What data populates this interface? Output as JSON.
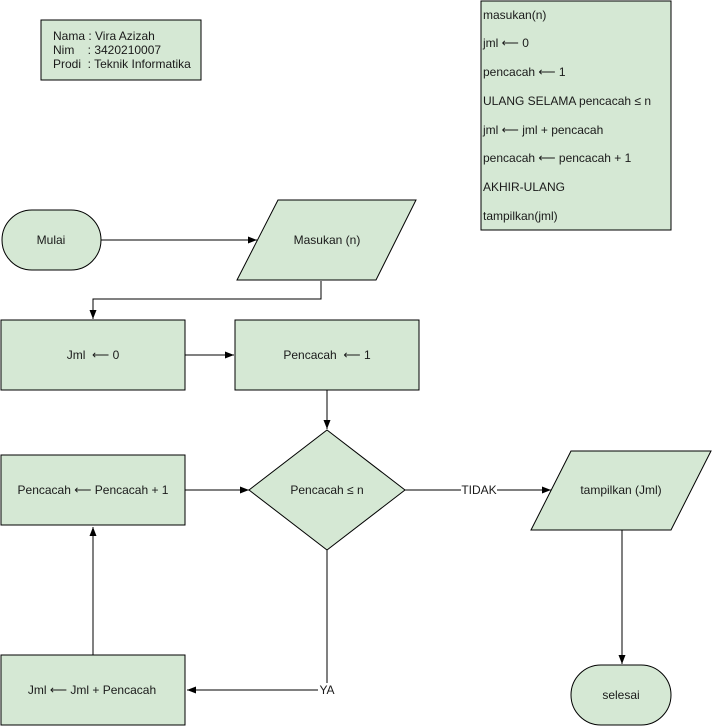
{
  "colors": {
    "node_fill": "#d5e8d4",
    "stroke": "#000000",
    "text": "#1a1a1a",
    "background": "#ffffff"
  },
  "info_box": {
    "lines": [
      "Nama : Vira Azizah",
      "Nim    : 3420210007",
      "Prodi  : Teknik Informatika"
    ]
  },
  "pseudocode": {
    "lines": [
      "masukan(n)",
      "jml ⟵ 0",
      "pencacah ⟵ 1",
      "ULANG SELAMA pencacah ≤ n",
      "jml ⟵ jml + pencacah",
      "pencacah ⟵ pencacah + 1",
      "AKHIR-ULANG",
      "tampilkan(jml)"
    ]
  },
  "nodes": {
    "start": "Mulai",
    "input": "Masukan (n)",
    "init_jml": "Jml  ⟵ 0",
    "init_pencacah": "Pencacah  ⟵ 1",
    "increment": "Pencacah ⟵ Pencacah + 1",
    "condition": "Pencacah ≤ n",
    "output": "tampilkan (Jml)",
    "accumulate": "Jml ⟵ Jml + Pencacah",
    "end": "selesai"
  },
  "edges": {
    "no_label": "TIDAK",
    "yes_label": "YA"
  }
}
